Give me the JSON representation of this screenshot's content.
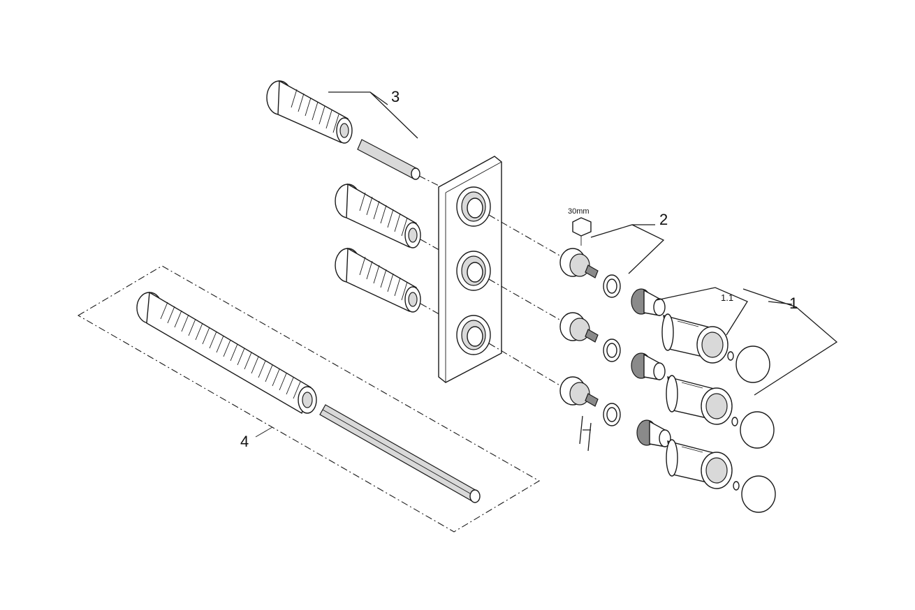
{
  "labels": {
    "item_1": "1",
    "item_1_1": "1.1",
    "item_2": "2",
    "item_3": "3",
    "item_4": "4",
    "wrench_size": "30mm"
  },
  "colors": {
    "line": "#1a1a1a",
    "fill_light": "#d9d9d9",
    "fill_dark": "#8a8a8a",
    "background": "#ffffff"
  }
}
